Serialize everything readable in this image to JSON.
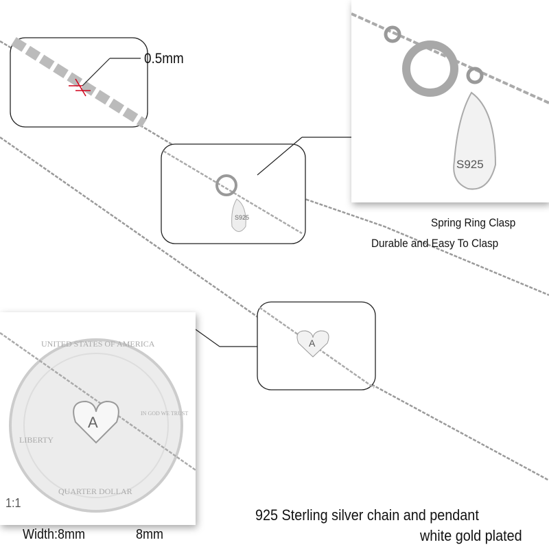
{
  "thickness_label": "0.5mm",
  "clasp_tag_text": "S925",
  "clasp_caption": [
    "Spring Ring Clasp",
    "Durable and Easy To Clasp"
  ],
  "pendant_letter": "A",
  "coin_text": [
    "UNITED STATES OF AMERICA",
    "LIBERTY",
    "IN GOD WE TRUST",
    "QUARTER DOLLAR"
  ],
  "scale_label": "1:1",
  "width_label": "Width:8mm",
  "height_label": "8mm",
  "material_caption": [
    "925 Sterling silver chain and pendant",
    "white gold plated"
  ],
  "colors": {
    "measure_line": "#d0021b",
    "chain": "#9a9a9a",
    "outline": "#222222"
  }
}
